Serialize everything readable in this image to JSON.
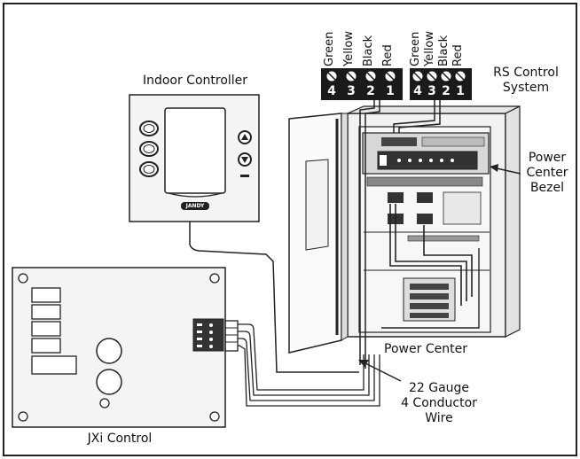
{
  "labels": {
    "indoor_controller": "Indoor Controller",
    "rs_control_line1": "RS Control",
    "rs_control_line2": "System",
    "power_center_bezel_line1": "Power",
    "power_center_bezel_line2": "Center",
    "power_center_bezel_line3": "Bezel",
    "power_center": "Power Center",
    "wire_line1": "22 Gauge",
    "wire_line2": "4 Conductor",
    "wire_line3": "Wire",
    "jxi_control": "JXi Control"
  },
  "terminal_blocks": [
    {
      "wires": [
        "Green",
        "Yellow",
        "Black",
        "Red"
      ],
      "numbers": [
        "4",
        "3",
        "2",
        "1"
      ]
    },
    {
      "wires": [
        "Green",
        "Yellow",
        "Black",
        "Red"
      ],
      "numbers": [
        "4",
        "3",
        "2",
        "1"
      ]
    }
  ],
  "controller_brand": "JANDY",
  "colors": {
    "line": "#222222",
    "terminal_bg": "#1a1a1a",
    "panel_fill": "#f2f2f2",
    "wire_fill": "#ffffff"
  }
}
